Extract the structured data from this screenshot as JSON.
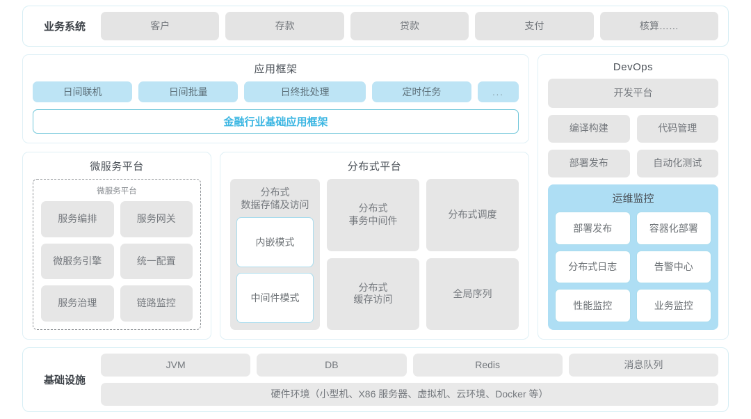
{
  "business_systems": {
    "label": "业务系统",
    "items": [
      "客户",
      "存款",
      "贷款",
      "支付",
      "核算……"
    ]
  },
  "app_framework": {
    "title": "应用框架",
    "chips": [
      "日间联机",
      "日间批量",
      "日终批处理",
      "定时任务",
      "..."
    ],
    "framework_bar": "金融行业基础应用框架",
    "accent_color": "#3bb6e2"
  },
  "microservice_platform": {
    "title": "微服务平台",
    "inner_title": "微服务平台",
    "items": [
      "服务编排",
      "服务网关",
      "微服务引擎",
      "统一配置",
      "服务治理",
      "链路监控"
    ]
  },
  "distributed_platform": {
    "title": "分布式平台",
    "storage_column": {
      "head": "分布式\n数据存储及访问",
      "head_line1": "分布式",
      "head_line2": "数据存储及访问",
      "modes": [
        "内嵌模式",
        "中间件模式"
      ]
    },
    "cards": [
      {
        "line1": "分布式",
        "line2": "事务中间件"
      },
      {
        "line1": "分布式调度",
        "line2": ""
      },
      {
        "line1": "分布式",
        "line2": "缓存访问"
      },
      {
        "line1": "全局序列",
        "line2": ""
      }
    ]
  },
  "devops": {
    "title": "DevOps",
    "platform": "开发平台",
    "items": [
      "编译构建",
      "代码管理",
      "部署发布",
      "自动化测试"
    ],
    "ops_monitor": {
      "title": "运维监控",
      "items": [
        "部署发布",
        "容器化部署",
        "分布式日志",
        "告警中心",
        "性能监控",
        "业务监控"
      ],
      "bg_color": "#aedef4"
    }
  },
  "infrastructure": {
    "label": "基础设施",
    "items": [
      "JVM",
      "DB",
      "Redis",
      "消息队列"
    ],
    "hardware": "硬件环境（小型机、X86 服务器、虚拟机、云环境、Docker 等）"
  }
}
